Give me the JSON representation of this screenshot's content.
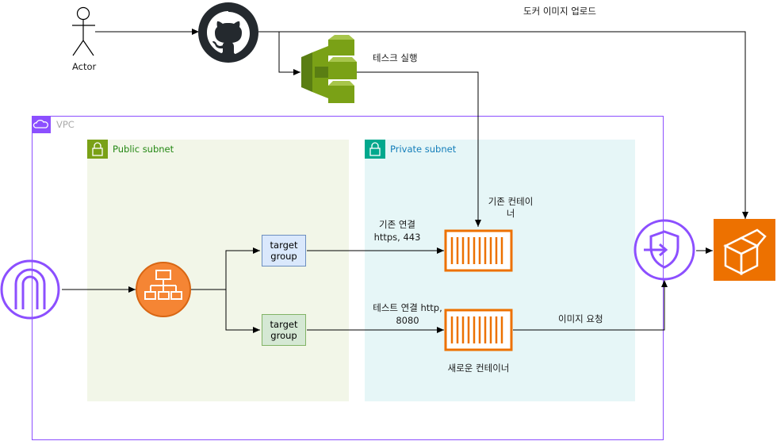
{
  "actor": {
    "label": "Actor"
  },
  "top": {
    "upload_label": "도커 이미지 업로드",
    "task_label": "테스크 실행"
  },
  "vpc": {
    "label": "VPC"
  },
  "public_subnet": {
    "label": "Public subnet"
  },
  "private_subnet": {
    "label": "Private subnet"
  },
  "target_groups": [
    {
      "label": "target group"
    },
    {
      "label": "target group"
    }
  ],
  "connections": {
    "existing_line1": "기존 연결",
    "existing_line2": "https, 443",
    "test_line1": "테스트 연결 http,",
    "test_line2": "8080",
    "existing_container_line1": "기존 컨테이",
    "existing_container_line2": "너",
    "new_container": "새로운 컨테이너",
    "image_request": "이미지 요청"
  },
  "colors": {
    "vpc_border": "#8c4fff",
    "public_subnet_bg": "#f2f6e8",
    "private_subnet_bg": "#e6f6f7",
    "container_orange": "#ed7100",
    "alb_orange": "#f58534",
    "github_dark": "#24292e",
    "codepipeline_green": "#7aa116",
    "ecr_orange": "#ed7100",
    "gateway_purple": "#8c4fff"
  },
  "icons": [
    "actor-icon",
    "github-icon",
    "codedeploy-icon",
    "internet-gateway-icon",
    "load-balancer-icon",
    "container-icon",
    "vpc-endpoint-icon",
    "ecr-icon",
    "lock-icon",
    "cloud-icon"
  ]
}
